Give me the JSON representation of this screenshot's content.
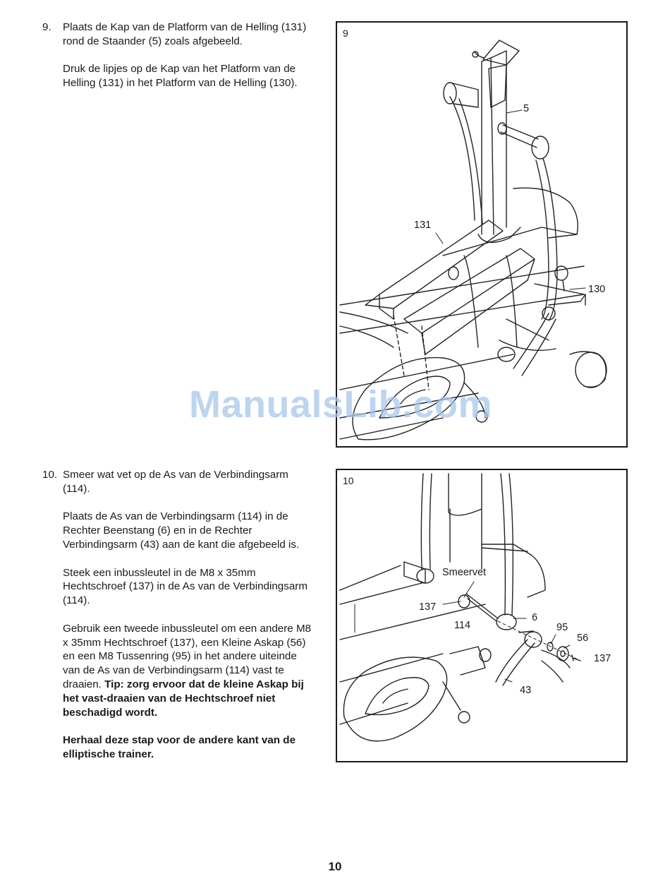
{
  "step9": {
    "number": "9.",
    "para1": "Plaats de Kap van de Platform van de Helling (131) rond de Staander (5) zoals afgebeeld.",
    "para2": "Druk de lipjes op de Kap van het Platform van de Helling (131) in het Platform van de Helling (130)."
  },
  "step10": {
    "number": "10.",
    "para1": "Smeer wat vet op de As van de Verbindingsarm (114).",
    "para2": "Plaats de As van de Verbindingsarm (114) in de Rechter Beenstang (6) en in de Rechter Verbindingsarm (43) aan de kant die afgebeeld is.",
    "para3": "Steek een inbussleutel in de M8 x 35mm Hechtschroef (137) in de As van de Verbindingsarm (114).",
    "para4_text": "Gebruik een tweede inbussleutel om een andere M8 x 35mm Hechtschroef (137), een Kleine Askap (56) en een M8 Tussenring (95) in het andere uiteinde van de As van de Verbindingsarm (114) vast te draaien. ",
    "para4_tip": "Tip: zorg ervoor dat de kleine Askap bij het vast-draaien van de Hechtschroef niet beschadigd wordt.",
    "para5": "Herhaal deze stap voor de andere kant van de elliptische trainer."
  },
  "figure9": {
    "number": "9",
    "callouts": {
      "c5": "5",
      "c131": "131",
      "c130": "130"
    }
  },
  "figure10": {
    "number": "10",
    "callouts": {
      "smeervet": "Smeervet",
      "c137a": "137",
      "c114": "114",
      "c6": "6",
      "c95": "95",
      "c56": "56",
      "c137b": "137",
      "c43": "43"
    }
  },
  "watermark": "ManualsLib.com",
  "page_number": "10"
}
